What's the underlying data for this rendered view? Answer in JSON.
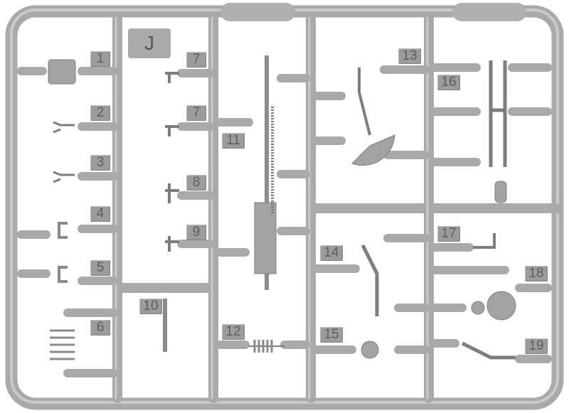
{
  "sprue": {
    "letter": "J",
    "part_numbers": [
      "1",
      "2",
      "3",
      "4",
      "5",
      "6",
      "7",
      "7",
      "8",
      "9",
      "10",
      "11",
      "12",
      "13",
      "14",
      "15",
      "16",
      "17",
      "18",
      "19"
    ]
  },
  "colors": {
    "plastic": "#a9a9a9",
    "highlight": "#c9c9c9",
    "tag": "#9c9c9c"
  }
}
